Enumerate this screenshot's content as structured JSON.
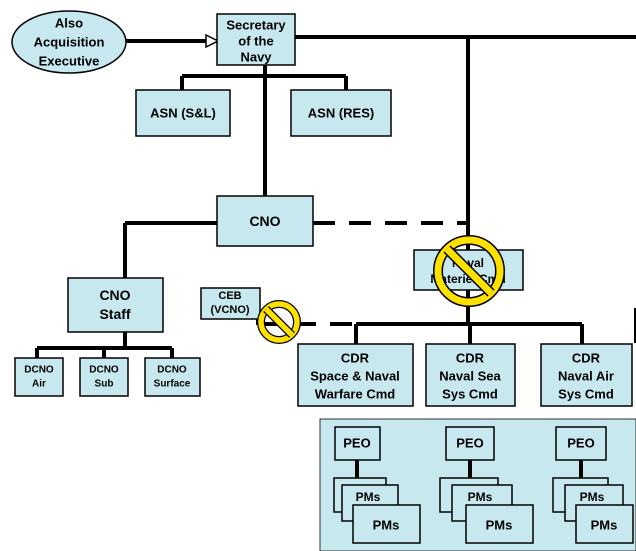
{
  "nodes": {
    "acq": [
      "Also",
      "Acquisition",
      "Executive"
    ],
    "secnav": [
      "Secretary",
      "of the",
      "Navy"
    ],
    "asn_sl": "ASN (S&L)",
    "asn_res": "ASN (RES)",
    "cno": "CNO",
    "cno_staff": [
      "CNO",
      "Staff"
    ],
    "ceb": [
      "CEB",
      "(VCNO)"
    ],
    "nmc": [
      "Naval",
      "Materiel Cmd"
    ],
    "dcno_air": [
      "DCNO",
      "Air"
    ],
    "dcno_sub": [
      "DCNO",
      "Sub"
    ],
    "dcno_surface": [
      "DCNO",
      "Surface"
    ],
    "cdr_spawar": [
      "CDR",
      "Space & Naval",
      "Warfare Cmd"
    ],
    "cdr_navsea": [
      "CDR",
      "Naval Sea",
      "Sys Cmd"
    ],
    "cdr_navair": [
      "CDR",
      "Naval Air",
      "Sys Cmd"
    ],
    "peo": "PEO",
    "pm_back": "PM",
    "pm_mid": "PMs",
    "pms": "PMs"
  },
  "colors": {
    "box_fill": "#c7e8ef",
    "prohibition": "#ffe100",
    "line": "#000000"
  },
  "icons": [
    "arrow-icon",
    "prohibition-icon"
  ]
}
